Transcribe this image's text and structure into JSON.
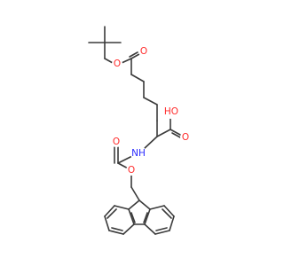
{
  "molecule": {
    "atoms": [
      {
        "id": "O_ester_single",
        "label": "O",
        "color": "#ff2a2a"
      },
      {
        "id": "O_ester_carbonyl",
        "label": "O",
        "color": "#ff2a2a"
      },
      {
        "id": "O_acid_hydroxyl",
        "label": "HO",
        "color": "#ff2a2a"
      },
      {
        "id": "O_acid_carbonyl",
        "label": "O",
        "color": "#ff2a2a"
      },
      {
        "id": "N_amide",
        "label": "NH",
        "color": "#2a2aff"
      },
      {
        "id": "O_carbamate_carbonyl",
        "label": "O",
        "color": "#ff2a2a"
      },
      {
        "id": "O_carbamate_single",
        "label": "O",
        "color": "#ff2a2a"
      }
    ],
    "colors": {
      "bond": "#3a3a3a",
      "oxygen": "#ff2a2a",
      "nitrogen": "#2a2aff"
    }
  }
}
